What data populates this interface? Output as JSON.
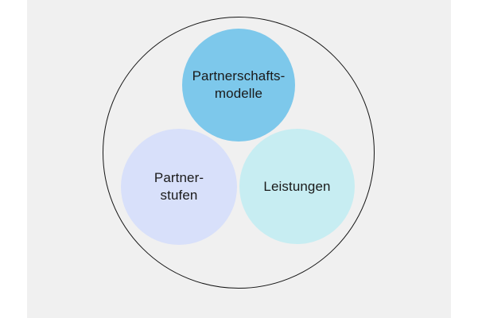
{
  "diagram": {
    "type": "circle-grouping-diagram",
    "outer_circle": {
      "stroke_color": "#141414"
    },
    "circles": [
      {
        "id": "partnerschaftsmodelle",
        "label": "Partnerschafts-\nmodelle",
        "color": "#7dc8eb"
      },
      {
        "id": "partnerstufen",
        "label": "Partner-\nstufen",
        "color": "#d8e0fa"
      },
      {
        "id": "leistungen",
        "label": "Leistungen",
        "color": "#c7edf2"
      }
    ],
    "colors": {
      "canvas_background": "#f0f0f0",
      "page_background": "#ffffff",
      "text": "#1a1a1a"
    }
  }
}
